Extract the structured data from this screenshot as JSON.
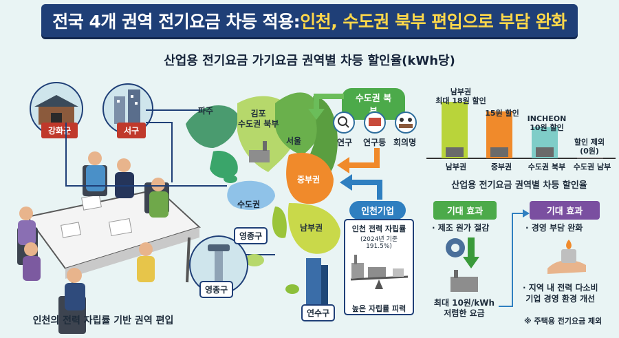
{
  "header": {
    "title_white": "전국 4개 권역 전기요금 차등 적용:",
    "title_yellow": " 인천, 수도권 북부 편입으로 부담 완화"
  },
  "subtitle": "산업용 전기요금 가기요금 권역별 차등 할인율(kWh당)",
  "left_panel": {
    "places": [
      "강화군",
      "서구",
      "영종구",
      "연수구"
    ],
    "caption": "인천의 전력 자립률 기반 권역 편입"
  },
  "map": {
    "regions": [
      "파주",
      "김포\n수도권 북부",
      "서울",
      "수도권",
      "중부권",
      "남부권",
      "영종구"
    ],
    "north_box": {
      "title": "수도권 북부",
      "icons": [
        "연구",
        "연구등",
        "회의명"
      ]
    },
    "incheon_box": {
      "title": "인천기업",
      "line1": "인천 전력 자립률",
      "line2": "(2024년 기준 191.5%)",
      "line3": "높은 자립률 피력"
    }
  },
  "chart_data": {
    "type": "bar",
    "categories": [
      "남부권",
      "중부권",
      "수도권 북부",
      "수도권 남부"
    ],
    "values": [
      18,
      15,
      10,
      0
    ],
    "value_labels": [
      "남부권\n최대 18원 할인",
      "15원 할인",
      "INCHEON\n10원 할인",
      "할인 제외\n(0원)"
    ],
    "colors": [
      "#b9d43a",
      "#f08a2b",
      "#7fcdc8",
      "#cccccc"
    ],
    "title": "산업용 전기요금 권역별 차등 할인율"
  },
  "effects": {
    "left": {
      "title": "기대 효과",
      "item1": "· 제조 원가 절감",
      "item2": "최대 10원/kWh\n저렴한 요금"
    },
    "right": {
      "title": "기대 효과",
      "item1": "· 경영 부담 완화",
      "item2": "· 지역 내 전력 다소비\n기업 경영 환경 개선"
    },
    "footnote": "※ 주택용 전기요금 제외"
  },
  "colors": {
    "navy": "#1f3f77",
    "yellow": "#ffd84a",
    "green": "#4caa4a",
    "blue": "#2f7fc0",
    "orange": "#f08a2b",
    "purple": "#7a4fa0"
  }
}
